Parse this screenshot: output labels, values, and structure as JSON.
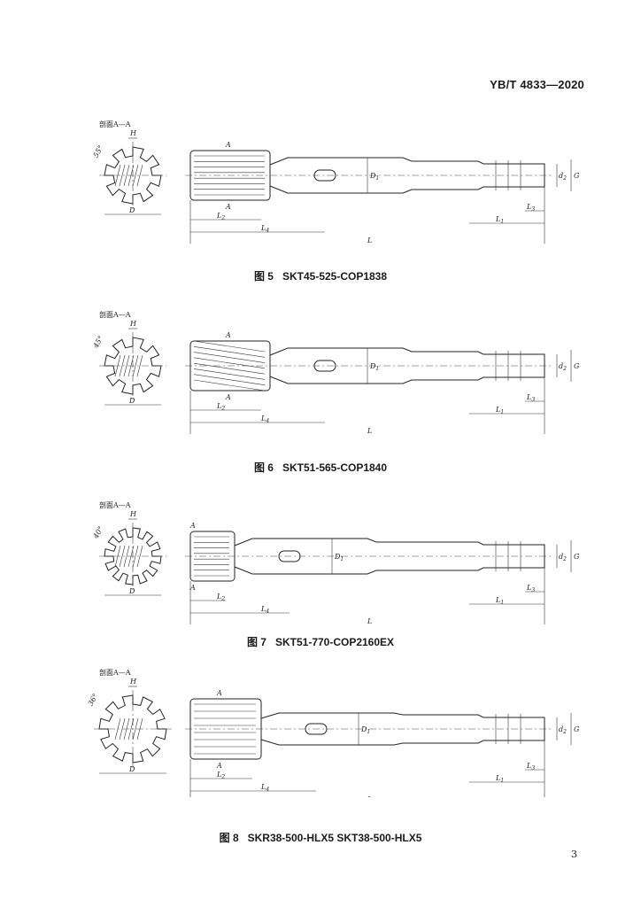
{
  "header": {
    "standard_code": "YB/T 4833—2020"
  },
  "figures": [
    {
      "number": "图 5",
      "title": "SKT45-525-COP1838",
      "section": "剖面A—A",
      "angle": "55°",
      "flute": "straight",
      "labels": {
        "H": "H",
        "D": "D",
        "A_top": "A",
        "A_bottom": "A",
        "L2": "L2",
        "L4": "L4",
        "L": "L",
        "L1": "L1",
        "L3": "L3",
        "D1": "D1",
        "d2": "d2",
        "G": "G"
      }
    },
    {
      "number": "图 6",
      "title": "SKT51-565-COP1840",
      "section": "剖面A—A",
      "angle": "45°",
      "flute": "helical",
      "labels": {
        "H": "H",
        "D": "D",
        "A_top": "A",
        "A_bottom": "A",
        "L2": "L2",
        "L4": "L4",
        "L": "L",
        "L1": "L1",
        "L3": "L3",
        "D1": "D1",
        "d2": "d2",
        "G": "G"
      }
    },
    {
      "number": "图 7",
      "title": "SKT51-770-COP2160EX",
      "section": "剖面A—A",
      "angle": "40°",
      "flute": "straight",
      "labels": {
        "H": "H",
        "D": "D",
        "A_top": "A",
        "A_bottom": "A",
        "L2": "L2",
        "L4": "L4",
        "L": "L",
        "L1": "L1",
        "L3": "L3",
        "D1": "D1",
        "d2": "d2",
        "G": "G"
      }
    },
    {
      "number": "图 8",
      "title": "SKR38-500-HLX5   SKT38-500-HLX5",
      "section": "剖面A—A",
      "angle": "36°",
      "flute": "straight",
      "labels": {
        "H": "H",
        "D": "D",
        "A_top": "A",
        "A_bottom": "A",
        "L2": "L2",
        "L4": "L4",
        "L": "L",
        "L1": "L1",
        "L3": "L3",
        "D1": "D1",
        "d2": "d2",
        "G": "G"
      }
    }
  ],
  "footer": {
    "page_number": "3"
  }
}
